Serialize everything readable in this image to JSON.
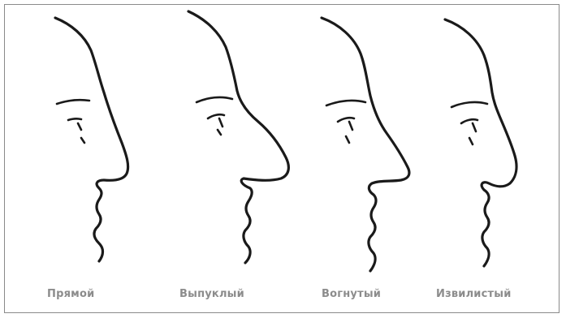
{
  "labels": {
    "straight": "Прямой",
    "convex": "Выпуклый",
    "concave": "Вогнутый",
    "wavy": "Извилистый"
  },
  "colors": {
    "line": "#1a1a1a",
    "caption": "#8c8c8c",
    "border": "#8a8a8a"
  }
}
